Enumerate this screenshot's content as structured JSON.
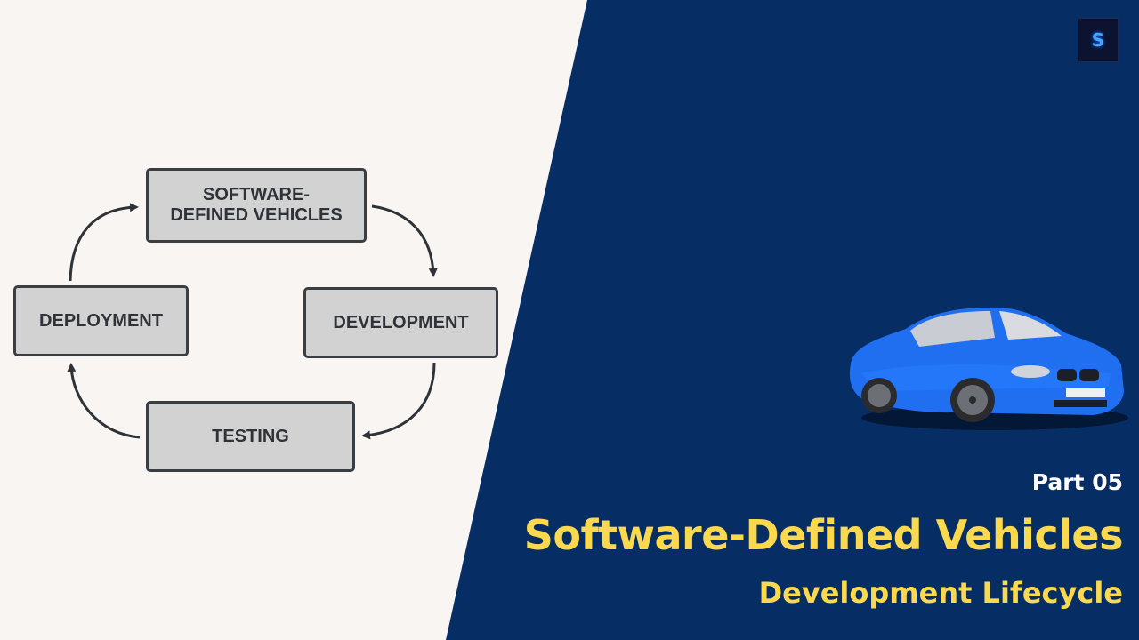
{
  "diagram": {
    "type": "cycle",
    "nodes": [
      {
        "id": "sdv",
        "line1": "SOFTWARE-",
        "line2": "DEFINED VEHICLES"
      },
      {
        "id": "development",
        "label": "DEVELOPMENT"
      },
      {
        "id": "testing",
        "label": "TESTING"
      },
      {
        "id": "deployment",
        "label": "DEPLOYMENT"
      }
    ],
    "edges": [
      {
        "from": "sdv",
        "to": "development"
      },
      {
        "from": "development",
        "to": "testing"
      },
      {
        "from": "testing",
        "to": "deployment"
      },
      {
        "from": "deployment",
        "to": "sdv"
      }
    ]
  },
  "header": {
    "logo_glyph": "S",
    "logo_icon": "channel-logo-icon"
  },
  "title": {
    "part": "Part 05",
    "main": "Software-Defined Vehicles",
    "subtitle": "Development Lifecycle"
  },
  "colors": {
    "left_background": "#f8f5f2",
    "right_background": "#062e65",
    "title_yellow": "#fbd94f",
    "node_fill": "#d2d2d2",
    "node_border": "#3a3d42",
    "car_blue": "#1f6ff0"
  },
  "illustration": {
    "subject": "blue-sports-car-icon"
  }
}
